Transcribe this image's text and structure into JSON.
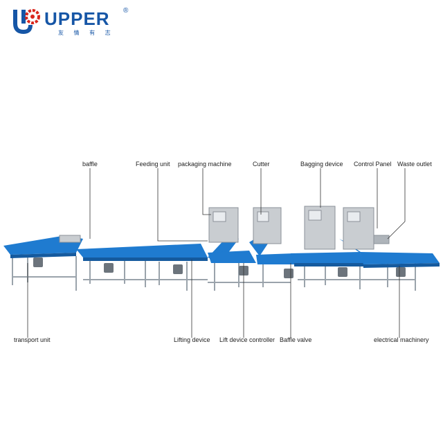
{
  "brand": {
    "name": "UPPER",
    "registered": "®",
    "tagline": "友 情 有 志",
    "color": "#1656a6",
    "accent": "#d9261c"
  },
  "labels": {
    "baffle": "baffle",
    "feeding_unit": "Feeding unit",
    "packaging_machine": "packaging machine",
    "cutter": "Cutter",
    "bagging_device": "Bagging device",
    "control_panel": "Control Panel",
    "waste_outlet": "Waste outlet",
    "transport_unit": "transport unit",
    "lifting_device": "Lifting device",
    "lift_device_controller": "Lift device controller",
    "baffle_valve": "Baffle valve",
    "electrical_machinery": "electrical machinery"
  },
  "colors": {
    "belt": "#1f7bd0",
    "belt_dark": "#155a9e",
    "frame": "#9aa3ab",
    "machine": "#c9cdd1",
    "leader": "#333333"
  }
}
